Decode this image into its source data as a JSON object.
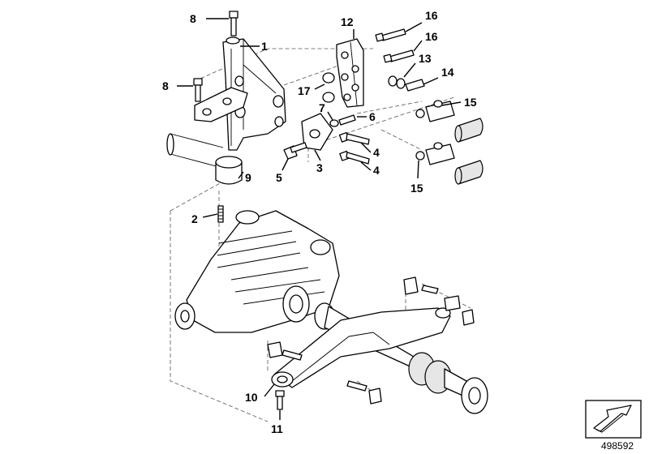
{
  "diagram": {
    "callouts": [
      {
        "id": "c1",
        "label": "1"
      },
      {
        "id": "c2",
        "label": "2"
      },
      {
        "id": "c3",
        "label": "3"
      },
      {
        "id": "c4a",
        "label": "4"
      },
      {
        "id": "c4b",
        "label": "4"
      },
      {
        "id": "c5",
        "label": "5"
      },
      {
        "id": "c6",
        "label": "6"
      },
      {
        "id": "c7",
        "label": "7"
      },
      {
        "id": "c8a",
        "label": "8"
      },
      {
        "id": "c8b",
        "label": "8"
      },
      {
        "id": "c9",
        "label": "9"
      },
      {
        "id": "c10",
        "label": "10"
      },
      {
        "id": "c11",
        "label": "11"
      },
      {
        "id": "c12",
        "label": "12"
      },
      {
        "id": "c13",
        "label": "13"
      },
      {
        "id": "c14",
        "label": "14"
      },
      {
        "id": "c15a",
        "label": "15"
      },
      {
        "id": "c15b",
        "label": "15"
      },
      {
        "id": "c16a",
        "label": "16"
      },
      {
        "id": "c16b",
        "label": "16"
      },
      {
        "id": "c17",
        "label": "17"
      }
    ],
    "document_number": "498592"
  }
}
